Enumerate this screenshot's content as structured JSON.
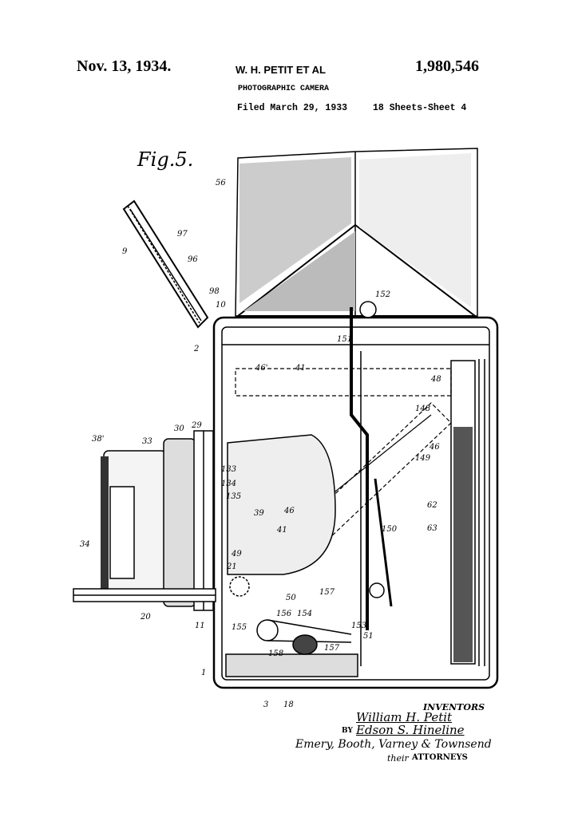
{
  "header": {
    "date": "Nov. 13, 1934.",
    "inventor": "W. H. PETIT ET AL",
    "patent_number": "1,980,546",
    "title": "PHOTOGRAPHIC CAMERA",
    "filed": "Filed March 29, 1933",
    "sheets": "18 Sheets-Sheet 4"
  },
  "figure": {
    "label": "Fig.5.",
    "refs": [
      "56",
      "9",
      "97",
      "96",
      "98",
      "10",
      "2",
      "152",
      "151",
      "46'",
      "41",
      "48",
      "148",
      "46",
      "149",
      "38'",
      "33",
      "30",
      "29",
      "133",
      "134",
      "135",
      "39",
      "46",
      "41",
      "150",
      "62",
      "63",
      "34",
      "49",
      "21",
      "50",
      "157",
      "20",
      "11",
      "155",
      "156",
      "154",
      "153",
      "51",
      "158",
      "157",
      "1",
      "3",
      "18"
    ]
  },
  "signature": {
    "inventors_label": "INVENTORS",
    "inventor_1": "William H. Petit",
    "by": "BY",
    "inventor_2": "Edson S. Hineline",
    "attorneys_signature": "Emery, Booth, Varney & Townsend",
    "their": "their",
    "attorneys_label": "ATTORNEYS"
  }
}
